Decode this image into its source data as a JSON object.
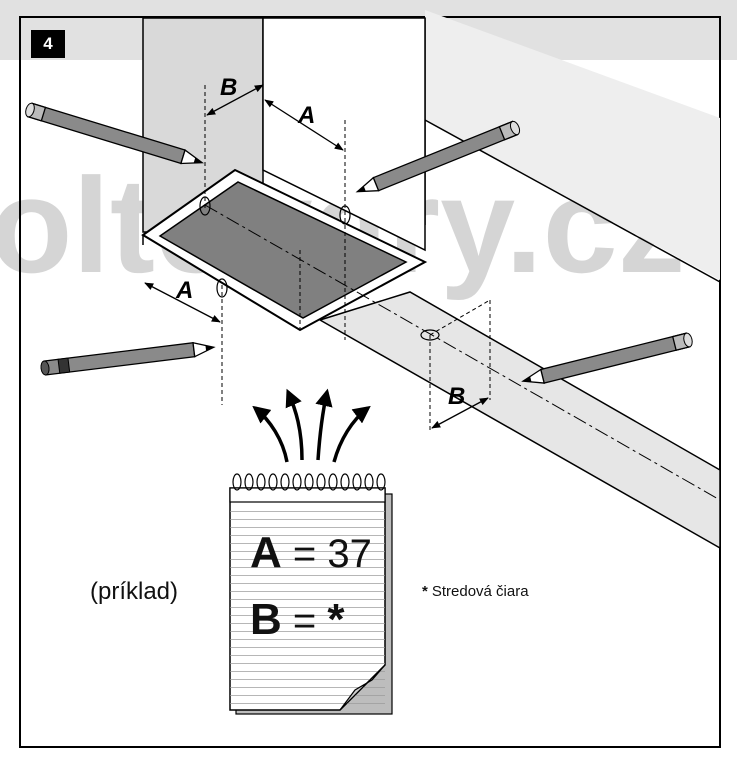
{
  "step_number": "4",
  "watermark": "oltovary.cz",
  "dimension_labels": [
    "B",
    "A",
    "A",
    "B"
  ],
  "note": {
    "marker": "*",
    "text": "Stredová čiara"
  },
  "example_label": "(príklad)",
  "notepad": {
    "line1": {
      "var": "A",
      "eq": "=",
      "val": "37"
    },
    "line2": {
      "var": "B",
      "eq": "=",
      "val": "*"
    }
  },
  "colors": {
    "frame": "#000000",
    "wall": "#d9d9d9",
    "recess": "#808080",
    "watermark": "#c8c8c8",
    "pencil_body": "#8a8a8a"
  }
}
